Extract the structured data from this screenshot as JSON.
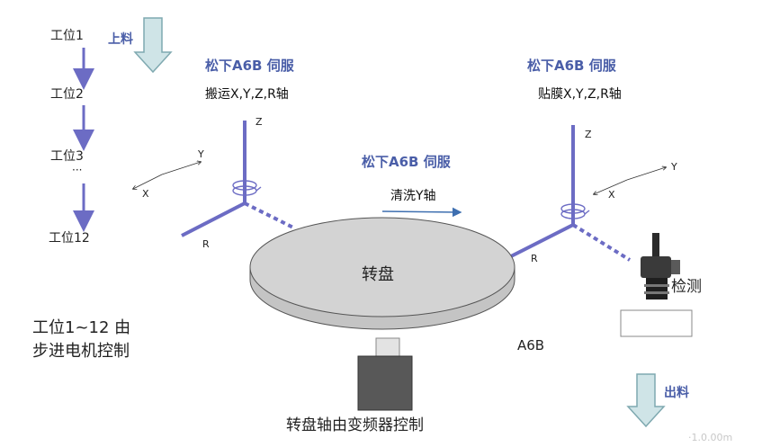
{
  "stations": [
    {
      "label": "工位1"
    },
    {
      "label": "工位2"
    },
    {
      "label": "工位3"
    },
    {
      "label": "···"
    },
    {
      "label": "工位12"
    }
  ],
  "load_label": "上料",
  "unload_label": "出料",
  "note_line1": "工位1~12 由",
  "note_line2": "步进电机控制",
  "left_servo": {
    "title": "松下A6B 伺服",
    "subtitle": "搬运X,Y,Z,R轴",
    "axis_z": "Z",
    "axis_y": "Y",
    "axis_x": "X",
    "axis_r": "R"
  },
  "center_servo": {
    "title": "松下A6B 伺服",
    "subtitle": "清洗Y轴"
  },
  "right_servo": {
    "title": "松下A6B 伺服",
    "subtitle": "贴膜X,Y,Z,R轴",
    "axis_z": "Z",
    "axis_y": "Y",
    "axis_x": "X",
    "axis_r": "R"
  },
  "turntable_label": "转盘",
  "motor_model": "A6B",
  "turntable_axis_label": "转盘轴由变频器控制",
  "detect_label": "检测",
  "watermark": "·1.0.00m",
  "colors": {
    "accent_blue": "#4a5ea8",
    "arrow_purple": "#6c6cc4",
    "big_arrow_fill": "#cfe4e7",
    "big_arrow_stroke": "#7fa9b0",
    "turntable_fill": "#d3d3d3",
    "motor_fill": "#585858"
  }
}
